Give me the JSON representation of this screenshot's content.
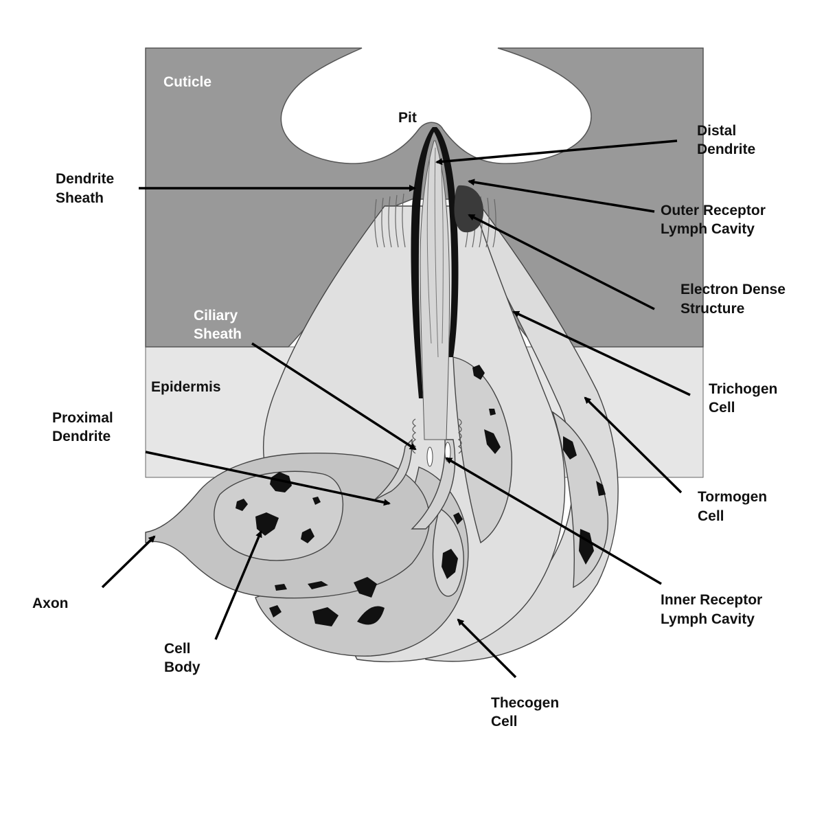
{
  "labels": {
    "cuticle": "Cuticle",
    "pit": "Pit",
    "distal_dendrite": [
      "Distal",
      "Dendrite"
    ],
    "dendrite_sheath": [
      "Dendrite",
      "Sheath"
    ],
    "outer_receptor_lymph_cavity": [
      "Outer Receptor",
      "Lymph Cavity"
    ],
    "electron_dense_structure": [
      "Electron Dense",
      "Structure"
    ],
    "ciliary_sheath": [
      "Ciliary",
      "Sheath"
    ],
    "epidermis": "Epidermis",
    "trichogen_cell": [
      "Trichogen",
      "Cell"
    ],
    "proximal_dendrite": [
      "Proximal",
      "Dendrite"
    ],
    "tormogen_cell": [
      "Tormogen",
      "Cell"
    ],
    "axon": "Axon",
    "inner_receptor_lymph_cavity": [
      "Inner Receptor",
      "Lymph Cavity"
    ],
    "cell_body": [
      "Cell",
      "Body"
    ],
    "thecogen_cell": [
      "Thecogen",
      "Cell"
    ]
  },
  "colors": {
    "cuticle": "#999999",
    "epidermis": "#e6e6e6",
    "cell_light": "#dcdcdc",
    "cell_mid": "#c6c6c6",
    "cell_dark": "#b4b4b4",
    "ink": "#111111"
  }
}
